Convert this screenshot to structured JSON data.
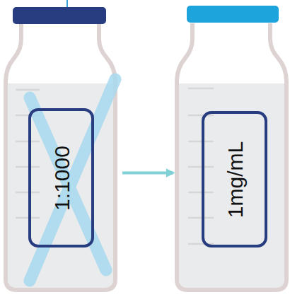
{
  "diagram": {
    "nodes": [
      {
        "text": [
          "1:1000"
        ]
      },
      {
        "text": [
          "1mg/mL"
        ]
      }
    ],
    "edges": [
      {
        "from": 0,
        "to": 1,
        "arrow": "to"
      }
    ]
  }
}
